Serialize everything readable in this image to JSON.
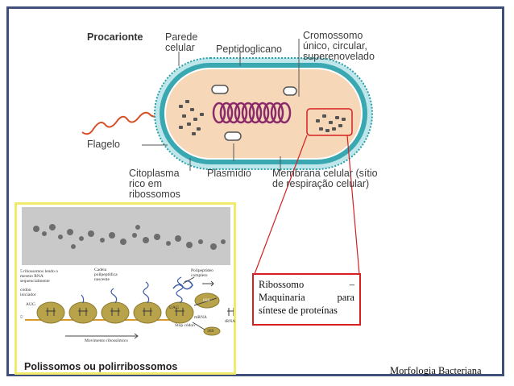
{
  "diagram": {
    "labels": {
      "prokaryote": "Procarionte",
      "cell_wall": "Parede\ncelular",
      "peptidoglycan": "Peptidoglicano",
      "chromosome": "Cromossomo\núnico, circular,\nsuperenovelado",
      "flagellum": "Flagelo",
      "cytoplasm": "Citoplasma\nrico em\nribossomos",
      "plasmid": "Plasmídio",
      "membrane": "Membrana celular (sítio\nde respiração celular)"
    }
  },
  "polysome": {
    "caption": "Polissomos ou polirribossomos",
    "small_labels": {
      "ribosomes_reading": "5 ribossomos lendo o\nmesmo RNA\nsequencialmente",
      "polypeptide_chain": "Cadeia\npolipeptídica\nnascente",
      "complete_polypeptide": "Polipeptídeo\ncompleto",
      "initiation_codon": "códon\niniciador",
      "aug": "AUG",
      "uag": "UAG",
      "mrna": "mRNA",
      "trna": "tRNA",
      "stop_codon": "Stop códon",
      "subunit_60s": "60S",
      "subunit_30s": "30S",
      "ribosome_movement": "Movimento ribossômico",
      "five_prime": "5'"
    }
  },
  "note": {
    "text": "Ribossomo – Maquinaria para síntese de proteínas"
  },
  "footer": {
    "text": "Morfologia Bacteriana"
  },
  "colors": {
    "frame": "#3f4f7a",
    "cell_wall": "#2aa0a8",
    "cytoplasm": "#f6d8b8",
    "chromosome": "#8a2a6a",
    "flagellum": "#d8502a",
    "highlight": "#d62020",
    "poly_border": "#f2ea6a",
    "ribosome": "#b8a24a"
  }
}
